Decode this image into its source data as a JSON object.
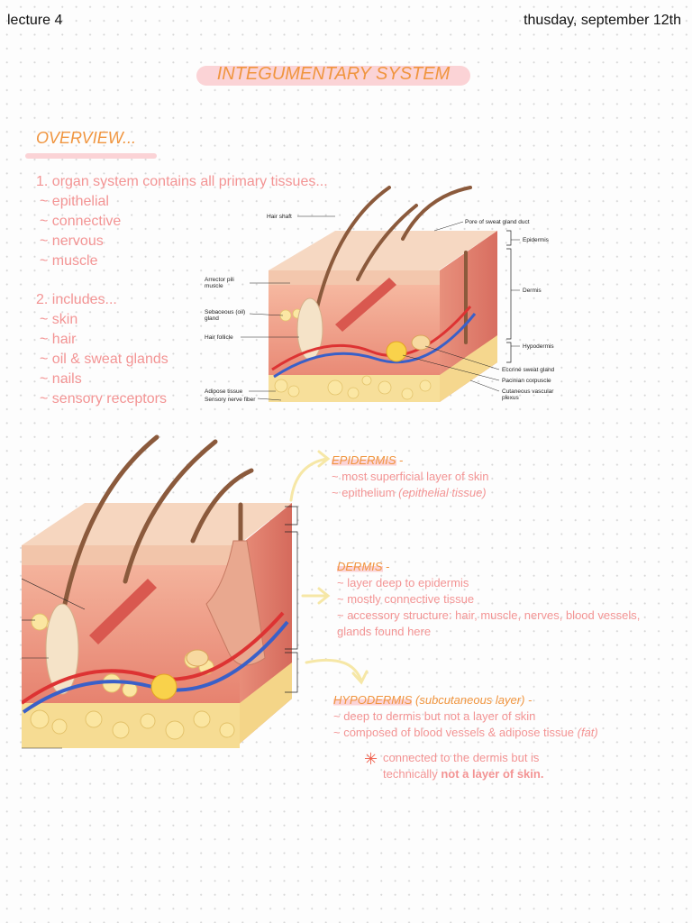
{
  "header": {
    "lecture": "lecture 4",
    "date": "thusday, september 12th"
  },
  "title": "INTEGUMENTARY SYSTEM",
  "overview": {
    "heading": "OVERVIEW...",
    "point1": "1. organ system contains all primary tissues...",
    "tissues": [
      "~ epithelial",
      "~ connective",
      "~ nervous",
      "~ muscle"
    ],
    "point2": "2. includes...",
    "includes": [
      "~ skin",
      "~ hair",
      "~ oil & sweat glands",
      "~ nails",
      "~ sensory receptors"
    ]
  },
  "diagram_labels": {
    "hair_shaft": "Hair shaft",
    "arrector": [
      "Arrector pili",
      "muscle"
    ],
    "sebaceous": [
      "Sebaceous (oil)",
      "gland"
    ],
    "hair_follicle": "Hair follicle",
    "adipose": "Adipose tissue",
    "sensory_nerve": "Sensory nerve fiber",
    "pore": "Pore of sweat gland duct",
    "epidermis": "Epidermis",
    "dermis": "Dermis",
    "hypodermis": "Hypodermis",
    "eccrine": "Eccrine sweat gland",
    "pacinian": "Pacinian corpuscle",
    "cutaneous": [
      "Cutaneous vascular",
      "plexus"
    ]
  },
  "layers": {
    "epidermis": {
      "heading": "EPIDERMIS",
      "dash": " -",
      "lines": [
        "~ most superficial layer of skin"
      ],
      "epi_prefix": "~ epithelium ",
      "epi_italic": "(epithelial tissue)"
    },
    "dermis": {
      "heading": "DERMIS",
      "dash": " -",
      "lines": [
        "~ layer deep to epidermis",
        "~ mostly connective tissue",
        "~ accessory structure: hair, muscle, nerves, blood vessels,",
        "glands found here"
      ]
    },
    "hypodermis": {
      "heading": "HYPODERMIS",
      "sub": " (subcutaneous layer) -",
      "line1": "~ deep to dermis but not a layer of skin",
      "line2_prefix": "~ composed of blood vessels & adipose tissue ",
      "line2_italic": "(fat)"
    },
    "note": {
      "asterisk": "✳",
      "line1": "connected to the dermis but is",
      "line2_prefix": "technically ",
      "line2_bold": "not a layer of skin."
    }
  },
  "colors": {
    "orange": "#f0953f",
    "pink": "#f39494",
    "highlight": "#fbd3d6",
    "arrow": "#f6e7a6"
  }
}
